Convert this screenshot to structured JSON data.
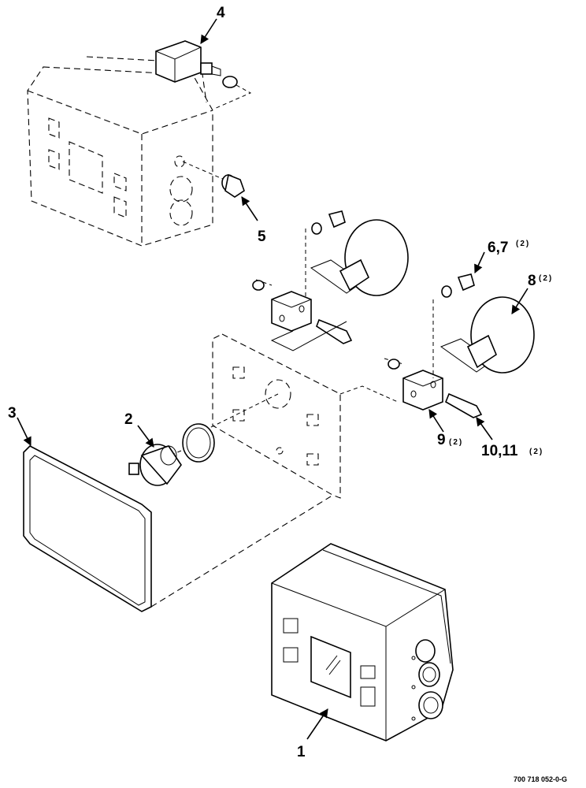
{
  "callouts": {
    "c1": "1",
    "c2": "2",
    "c3": "3",
    "c4": "4",
    "c5": "5",
    "c6_7": "6,7",
    "c6_7_qty": "(2)",
    "c8": "8",
    "c8_qty": "(2)",
    "c9": "9",
    "c9_qty": "(2)",
    "c10_11": "10,11",
    "c10_11_qty": "(2)"
  },
  "document_id": "700 718 052-0-G"
}
